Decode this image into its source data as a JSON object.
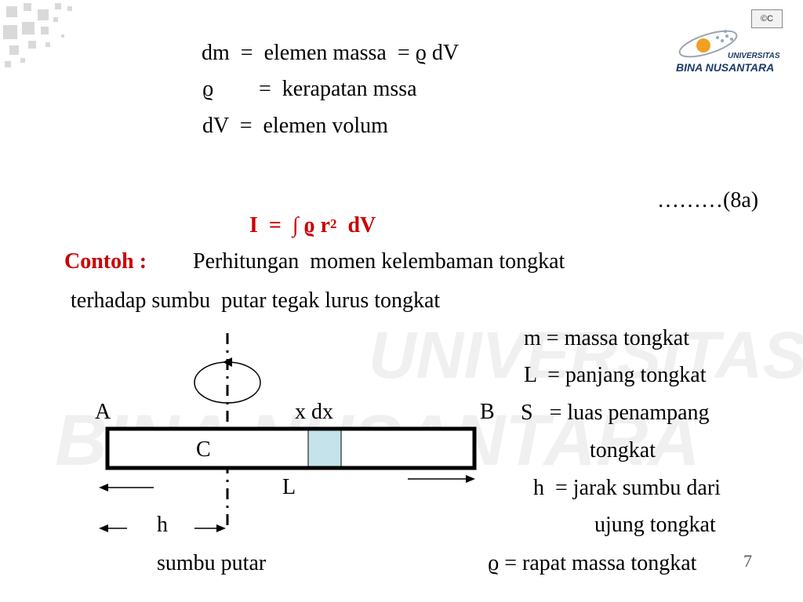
{
  "definitions": {
    "line1": "dm  =  elemen massa  = ϱ dV",
    "line2_sym": "ϱ",
    "line2_rest": "=  kerapatan mssa",
    "line3": "dV  =  elemen volum"
  },
  "equation": {
    "main": "I  =  ∫ ϱ r",
    "exponent": "2",
    "tail": "  dV",
    "number": "………(8a)"
  },
  "example": {
    "label": "Contoh :",
    "line1": "Perhitungan  momen kelembaman tongkat",
    "line2": "terhadap sumbu  putar tegak lurus tongkat"
  },
  "legend": {
    "m": "m = massa tongkat",
    "L": "L  = panjang tongkat",
    "S1": "S   = luas penampang",
    "S2": "tongkat",
    "h1": "h  = jarak sumbu dari",
    "h2": "ujung tongkat",
    "rho": "ϱ = rapat massa tongkat"
  },
  "diagram": {
    "label_A": "A",
    "label_B": "B",
    "label_C": "C",
    "label_xdx": "x dx",
    "label_L": "L",
    "label_h": "h",
    "label_axis": "sumbu putar",
    "element_color": "#c5e3ea"
  },
  "logo": {
    "line1": "UNIVERSITAS",
    "line2": "BINA NUSANTARA",
    "badge": "©C",
    "color": "#1b3a6b",
    "accent": "#f0a020"
  },
  "watermark": {
    "line1": "UNIVERSITAS",
    "line2": "BINA NUSANTARA"
  },
  "page_number": "7"
}
